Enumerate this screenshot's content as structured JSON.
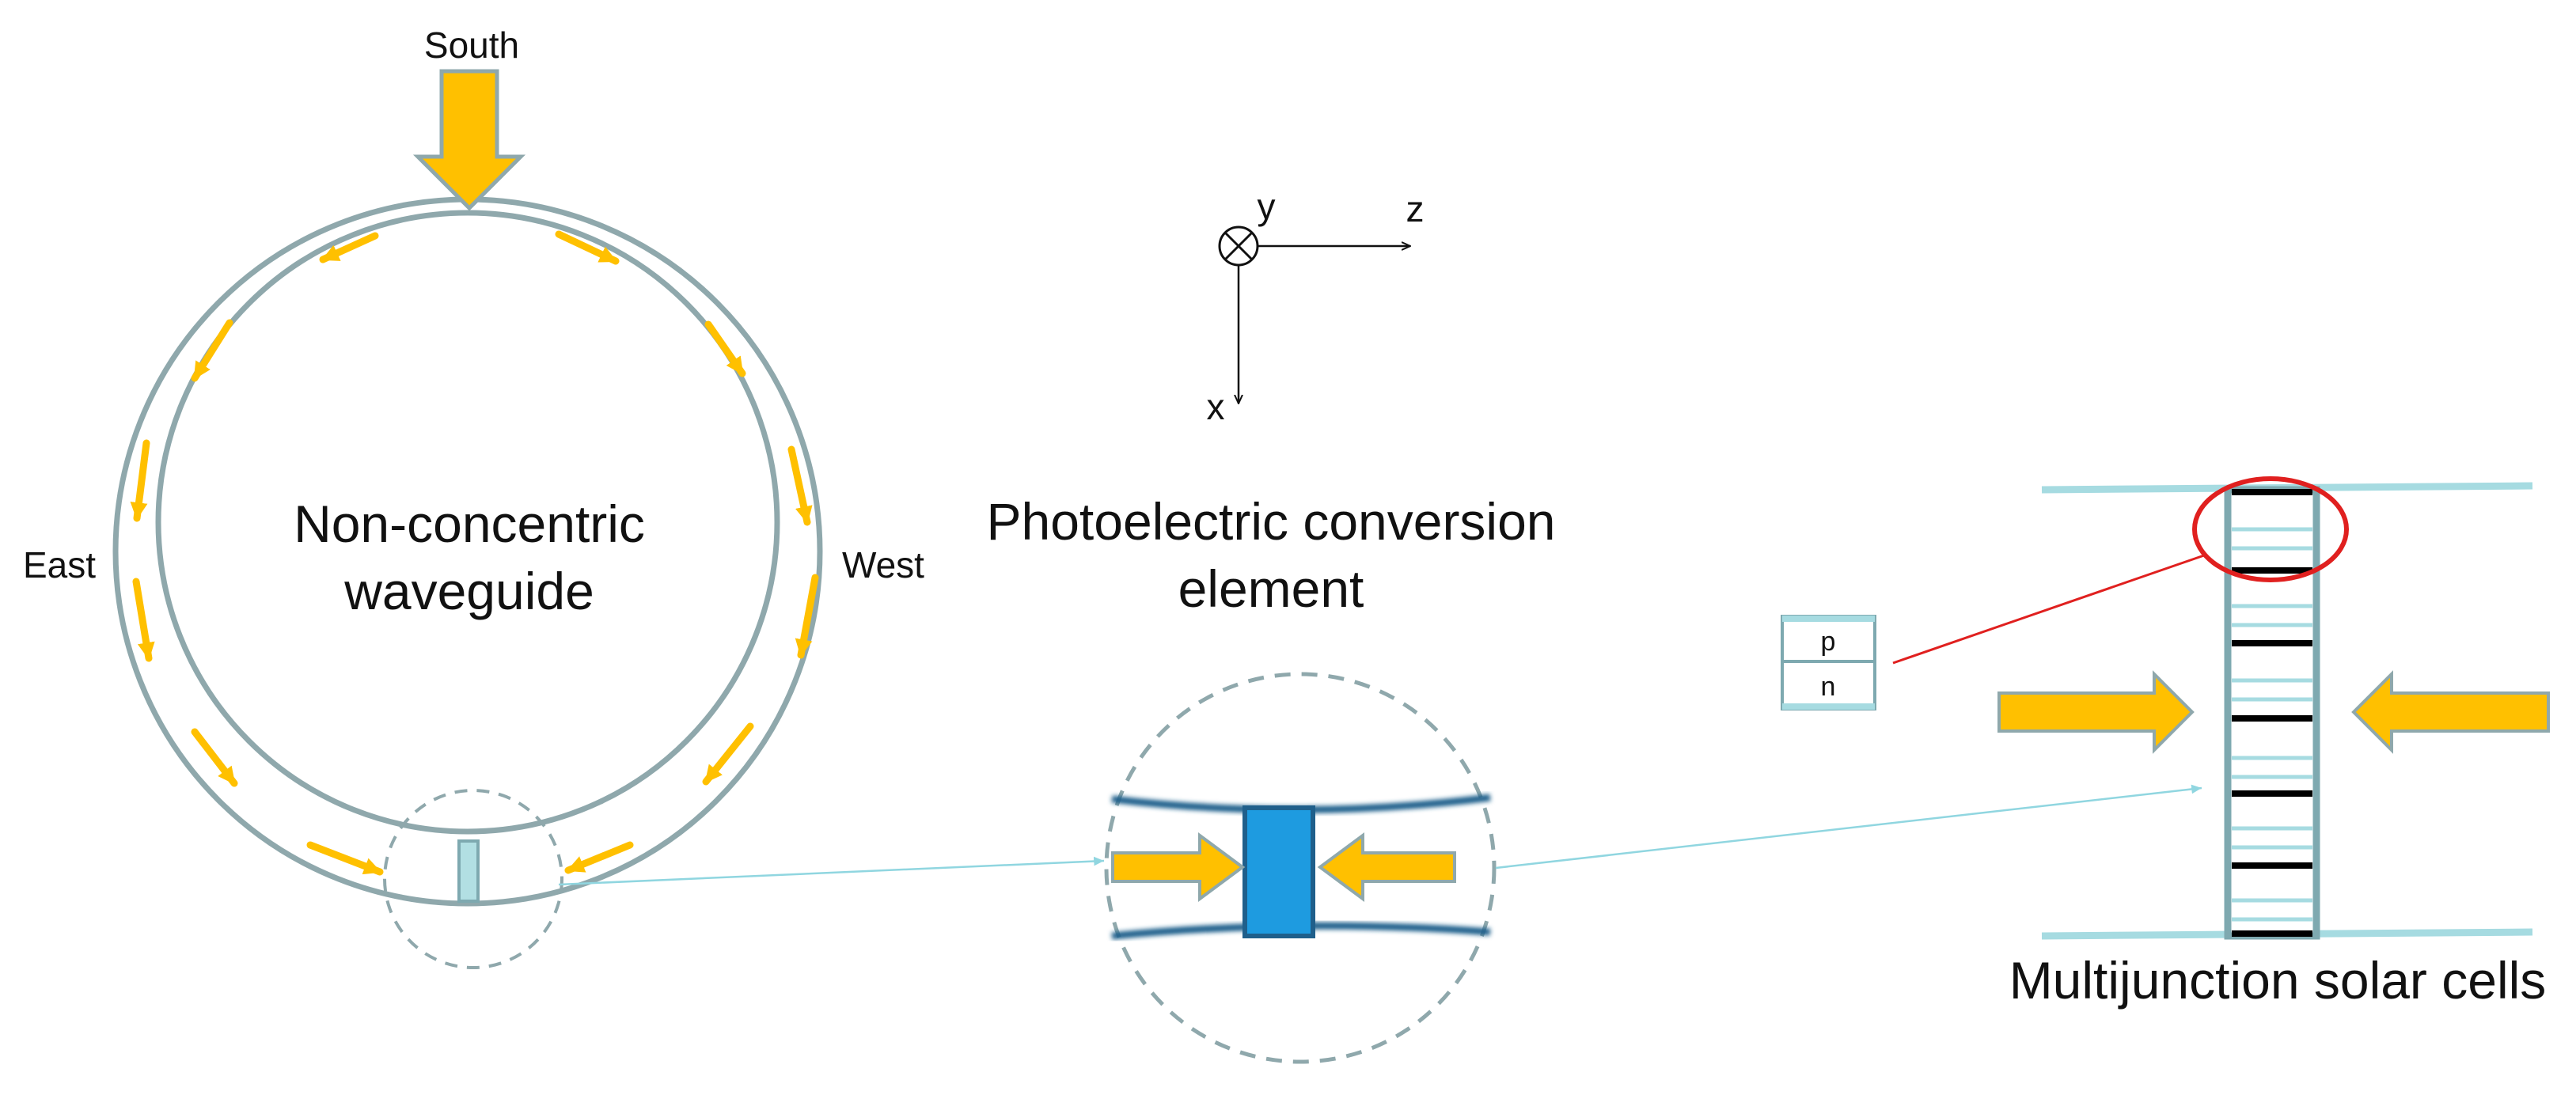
{
  "labels": {
    "south": "South",
    "east": "East",
    "west": "West",
    "waveguide_line1": "Non-concentric",
    "waveguide_line2": "waveguide",
    "photo_line1": "Photoelectric conversion",
    "photo_line2": "element",
    "multijunction": "Multijunction solar cells",
    "axis_x": "x",
    "axis_y": "y",
    "axis_z": "z",
    "p_layer": "p",
    "n_layer": "n"
  },
  "colors": {
    "ring": "#8fa8ac",
    "arrow_fill": "#ffc000",
    "arrow_stroke": "#8fa8ac",
    "waveguide_edge": "#1f5f8b",
    "element_fill": "#1e9be0",
    "cell_fill": "#b2dfe3",
    "cell_wall": "#7ea9b0",
    "junction_dark": "#000000",
    "junction_light": "#a6dbe1",
    "highlight": "#e0201f",
    "leader_line": "#90d6e0"
  },
  "icons": {
    "axis_y_symbol": "circle-cross-icon"
  },
  "multijunction_cell": {
    "dark_junctions": 7,
    "light_layers": 12
  }
}
